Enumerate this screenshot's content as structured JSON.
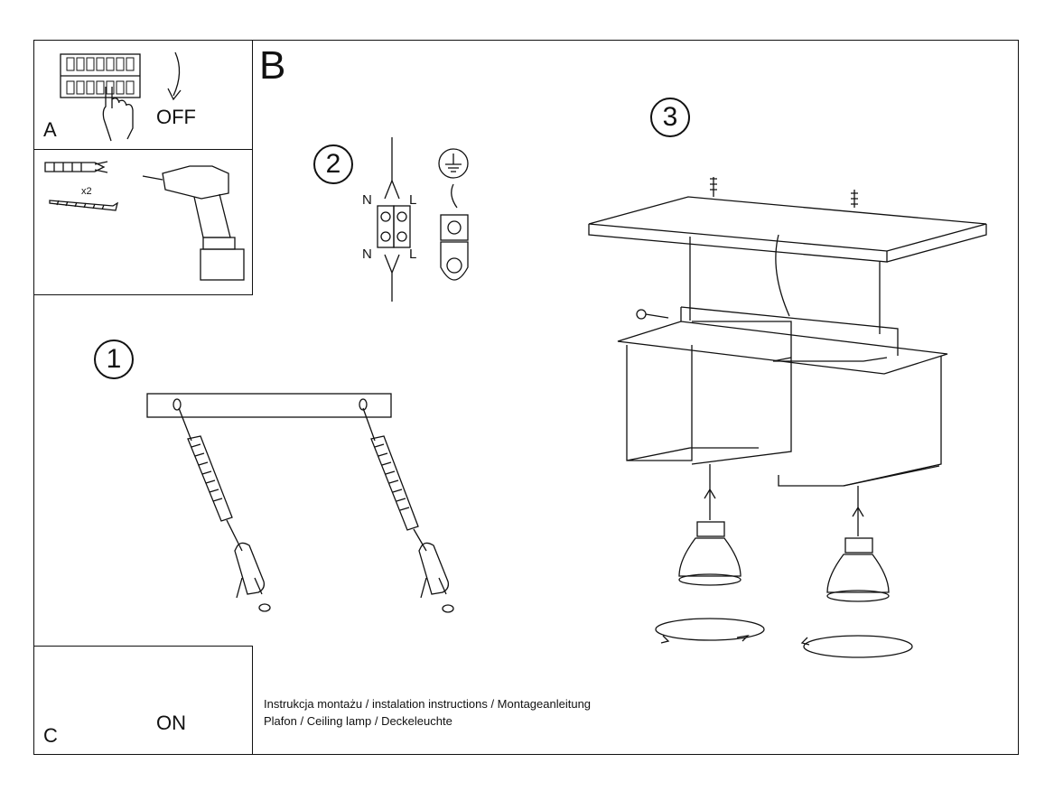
{
  "panels": {
    "a": {
      "label": "A",
      "action": "OFF"
    },
    "tools": {
      "qty": "x2"
    },
    "c": {
      "label": "C",
      "action": "ON"
    }
  },
  "section_label": "B",
  "steps": {
    "one": "1",
    "two": "2",
    "three": "3"
  },
  "wiring": {
    "n_top": "N",
    "l_top": "L",
    "n_bottom": "N",
    "l_bottom": "L"
  },
  "footer": {
    "line1": "Instrukcja montażu / instalation instructions / Montageanleitung",
    "line2": "Plafon / Ceiling lamp / Deckeleuchte"
  }
}
